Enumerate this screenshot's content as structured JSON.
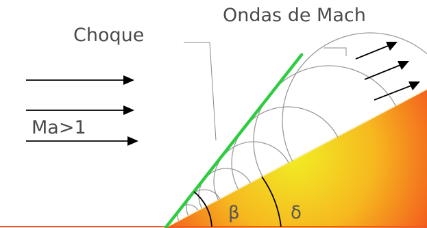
{
  "labels": {
    "shock": "Choque",
    "mach_waves": "Ondas de Mach",
    "mach_number": "Ma>1",
    "shock_angle": "β",
    "deflection_angle": "δ"
  },
  "colors": {
    "shock_line": "#2ecc40",
    "wedge_inner": "#f3ef2a",
    "wedge_outer": "#f23a1c",
    "arcs": "#999999",
    "arrows": "#000000",
    "text": "#4a4a4a"
  },
  "icons": {
    "flow_arrow": "arrow-right-icon"
  }
}
